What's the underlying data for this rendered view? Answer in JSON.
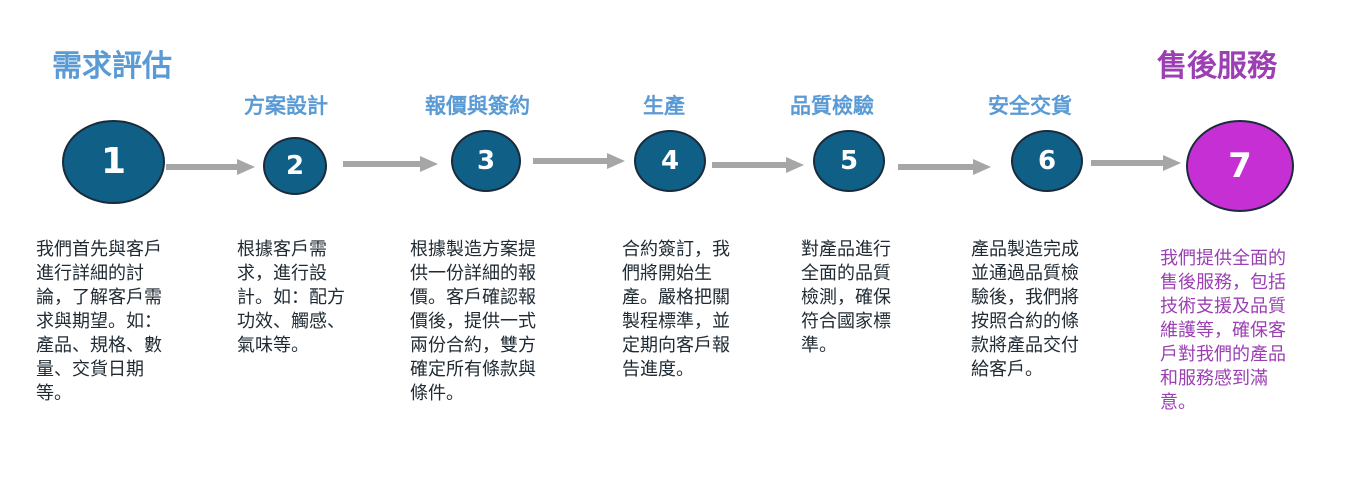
{
  "colors": {
    "primary_title": "#5b9bd5",
    "circle_fill": "#0f5f86",
    "accent": "#c52fd3",
    "arrow": "#a6a6a6",
    "text": "#1f2a33"
  },
  "steps": [
    {
      "number": "1",
      "title": "需求評估",
      "desc": [
        "我們首先與客戶",
        "進行詳細的討",
        "論，了解客戶需",
        "求與期望。如：",
        "產品、規格、數",
        "量、交貨日期",
        "等。"
      ]
    },
    {
      "number": "2",
      "title": "方案設計",
      "desc": [
        "根據客戶需",
        "求，進行設",
        "計。如：配方",
        "功效、觸感、",
        "氣味等。"
      ]
    },
    {
      "number": "3",
      "title": "報價與簽約",
      "desc": [
        "根據製造方案提",
        "供一份詳細的報",
        "價。客戶確認報",
        "價後，提供一式",
        "兩份合約，雙方",
        "確定所有條款與",
        "條件。"
      ]
    },
    {
      "number": "4",
      "title": "生產",
      "desc": [
        "合約簽訂，我",
        "們將開始生",
        "產。嚴格把關",
        "製程標準，並",
        "定期向客戶報",
        "告進度。"
      ]
    },
    {
      "number": "5",
      "title": "品質檢驗",
      "desc": [
        "對產品進行",
        "全面的品質",
        "檢測，確保",
        "符合國家標",
        "準。"
      ]
    },
    {
      "number": "6",
      "title": "安全交貨",
      "desc": [
        "產品製造完成",
        "並通過品質檢",
        "驗後，我們將",
        "按照合約的條",
        "款將產品交付",
        "給客戶。"
      ]
    },
    {
      "number": "7",
      "title": "售後服務",
      "desc": [
        "我們提供全面的",
        "售後服務，包括",
        "技術支援及品質",
        "維護等，確保客",
        "戶對我們的產品",
        "和服務感到滿",
        "意。"
      ]
    }
  ]
}
